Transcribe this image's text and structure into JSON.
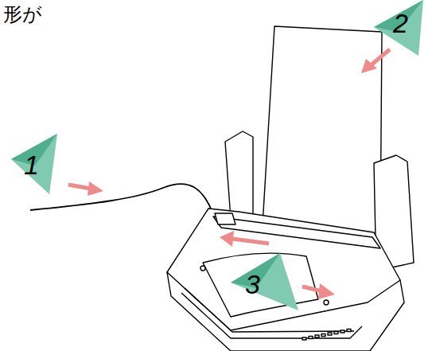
{
  "diagram": {
    "labels": [
      "形が",
      "1",
      "2",
      "3"
    ]
  }
}
